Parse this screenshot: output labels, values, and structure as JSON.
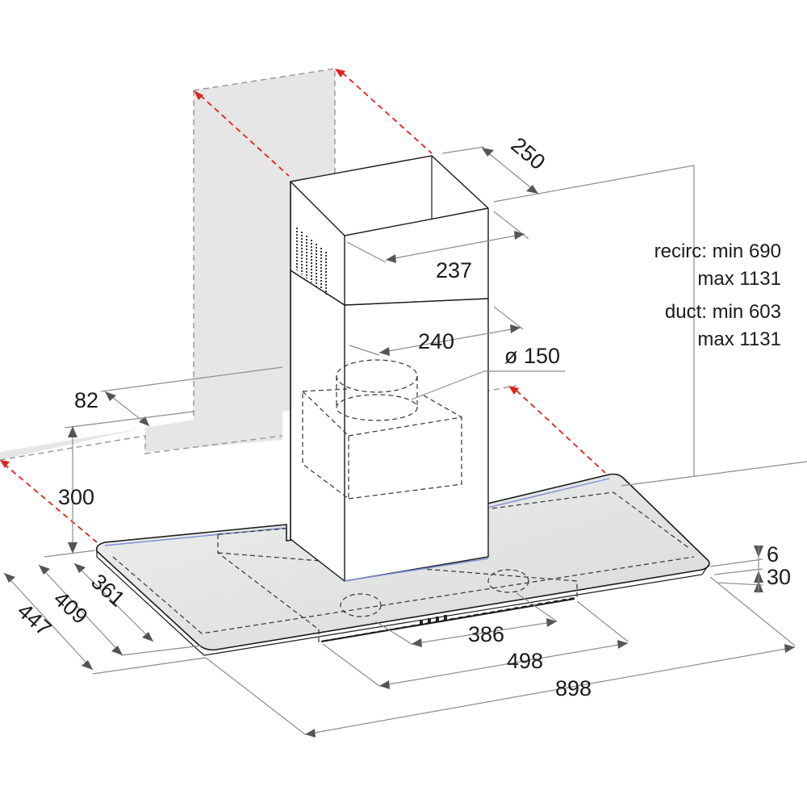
{
  "dimensions": {
    "d250": "250",
    "d237": "237",
    "d240": "240",
    "diameter": "ø 150",
    "d82": "82",
    "d300": "300",
    "d361": "361",
    "d409": "409",
    "d447": "447",
    "d386": "386",
    "d498": "498",
    "d898": "898",
    "d6": "6",
    "d30": "30"
  },
  "specs": {
    "recirc_line1": "recirc: min 690",
    "recirc_line2": "max 1131",
    "duct_line1": "duct: min 603",
    "duct_line2": "max 1131"
  },
  "colors": {
    "outline": "#1a1a1a",
    "dimension_line": "#8c8c8c",
    "reference_red": "#e0231b",
    "wall_fill": "#e6e6e6",
    "glass_fill": "#e3e3e3"
  }
}
